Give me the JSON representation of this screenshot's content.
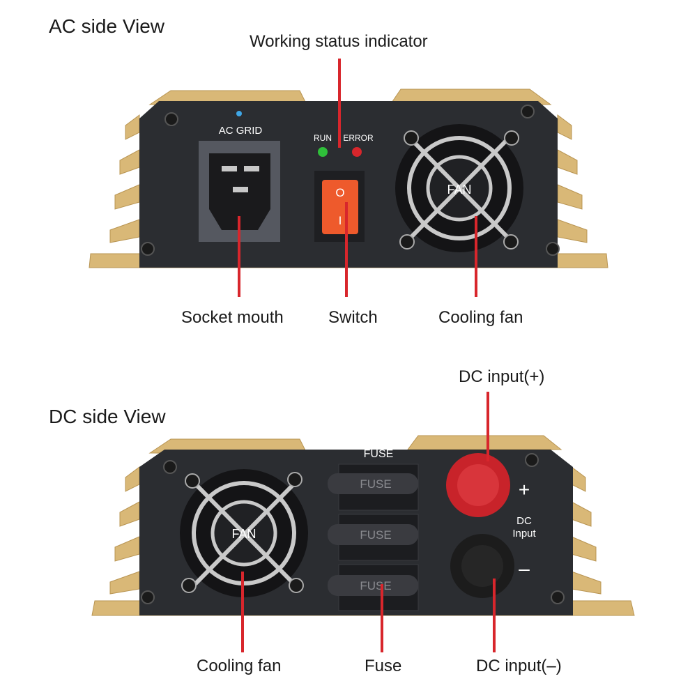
{
  "colors": {
    "leader_line": "#d8262c",
    "panel": "#2b2d31",
    "heatsink": "#d9b877",
    "switch": "#ee5a2c",
    "led_run": "#2fbf3a",
    "led_error": "#d8262c",
    "terminal_positive": "#c8232a",
    "terminal_negative": "#1c1c1c"
  },
  "ac_view": {
    "heading": "AC side View",
    "panel_labels": {
      "socket": "AC GRID",
      "led_run": "RUN",
      "led_error": "ERROR",
      "switch_on": "I",
      "switch_off": "O",
      "fan": "FAN"
    },
    "callouts": {
      "status": "Working status indicator",
      "socket": "Socket mouth",
      "switch": "Switch",
      "fan": "Cooling fan"
    }
  },
  "dc_view": {
    "heading": "DC side View",
    "panel_labels": {
      "fuse_header": "FUSE",
      "fuses": [
        "FUSE",
        "FUSE",
        "FUSE"
      ],
      "fan": "FAN",
      "plus": "+",
      "minus": "–",
      "dc_input_line1": "DC",
      "dc_input_line2": "Input"
    },
    "callouts": {
      "dc_positive": "DC input(+)",
      "fan": "Cooling fan",
      "fuse": "Fuse",
      "dc_negative": "DC input(–)"
    }
  }
}
